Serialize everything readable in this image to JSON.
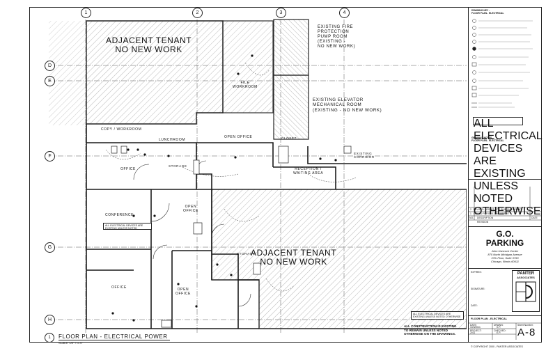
{
  "grid": {
    "columns": [
      "1",
      "2",
      "3",
      "4"
    ],
    "rows": [
      "D",
      "E",
      "F",
      "G",
      "H"
    ]
  },
  "areas": {
    "adjacent_tenant_top": [
      "ADJACENT TENANT",
      "NO NEW WORK"
    ],
    "adjacent_tenant_bottom": [
      "ADJACENT TENANT",
      "NO NEW WORK"
    ],
    "fire_pump": [
      "EXISTING FIRE",
      "PROTECTION",
      "PUMP ROOM",
      "(EXISTING -",
      "NO NEW WORK)"
    ],
    "elevator": [
      "EXISTING ELEVATOR",
      "MECHANICAL ROOM",
      "(EXISTING - NO NEW WORK)"
    ],
    "existing_corridor": "EXISTING CORRIDOR"
  },
  "rooms": {
    "file_workroom": [
      "FILE",
      "WORKROOM"
    ],
    "copy_workroom": "COPY / WORKROOM",
    "lunchroom": "LUNCHROOM",
    "open_office_1": "OPEN OFFICE",
    "closet": "CLOSET",
    "office_1": "OFFICE",
    "storage_1": "STORAGE",
    "reception": [
      "RECEPTION /",
      "WAITING AREA"
    ],
    "conference": "CONFERENCE",
    "open_office_2": [
      "OPEN",
      "OFFICE"
    ],
    "storage_2": "STORAGE",
    "office_2": "OFFICE",
    "open_office_3": [
      "OPEN",
      "OFFICE"
    ]
  },
  "plan_notes": {
    "reuse_note": "ALL ELECTRICAL DEVICES ARE EXISTING UNLESS NOTED OTHERWISE",
    "bottom_note": [
      "ALL CONSTRUCTION IS EXISTING",
      "TO REMAIN UNLESS NOTED",
      "OTHERWISE ON THE DRAWINGS."
    ]
  },
  "drawing_title": {
    "title": "FLOOR PLAN - ELECTRICAL POWER",
    "scale": "SCALE: 1/4\" = 1'-0\"",
    "number": "1"
  },
  "legend": {
    "header": [
      "DRAWING KEY -",
      "FLOOR PLAN - ELECTRICAL"
    ],
    "general_notes_header": [
      "GENERAL NOTES -",
      "FLOOR PLAN - ELECTRICAL"
    ]
  },
  "revisions": {
    "rows": [
      [
        "2",
        "REVISED - ISSUED FOR BUILDING PERMIT"
      ],
      [
        "1",
        "ISSUED FOR BUILDING PERMIT"
      ]
    ],
    "header": [
      "NO.",
      "DESCRIPTION",
      "DATE"
    ],
    "footer": "REVISION"
  },
  "project": {
    "name": [
      "G.O.",
      "PARKING"
    ],
    "address": [
      "John Hancock Center",
      "875 North Michigan Avenue",
      "37th Floor, Suite 3760",
      "Chicago, Illinois 60611"
    ]
  },
  "firm": {
    "name": [
      "PANTER",
      "ASSOCIATES"
    ],
    "labels": [
      "EXPIRES:",
      "SIGNATURE:",
      "DATE:"
    ]
  },
  "sheet": {
    "title": "FLOOR PLAN - ELECTRICAL",
    "date_label": "DATE:",
    "date": "10/3/2011",
    "drawn_label": "DRAWN:",
    "drawn": "K.P.",
    "checked_label": "CHECKED:",
    "checked": "E.P.",
    "project_label": "PROJECT:",
    "project_no": "2011",
    "sheet_label": "Sheet Number:",
    "number": "A-8",
    "copyright": "© COPYRIGHT 2000 - PANTER ASSOCIATES"
  },
  "colors": {
    "line": "#1a1a1a",
    "hatch": "#9a9a9a",
    "paper": "#ffffff"
  }
}
